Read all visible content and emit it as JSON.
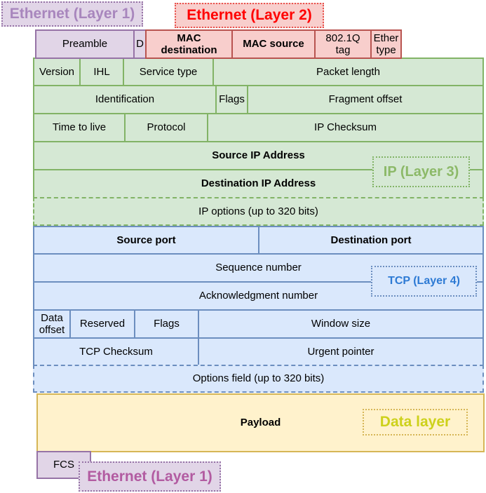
{
  "diagram_title": "Ethernet / IP / TCP packet encapsulation diagram",
  "overlays": {
    "ethernet_layer1_top": "Ethernet (Layer 1)",
    "ethernet_layer2": "Ethernet (Layer 2)",
    "ip_layer3": "IP (Layer 3)",
    "tcp_layer4": "TCP (Layer 4)",
    "data_layer": "Data layer",
    "ethernet_layer1_bottom": "Ethernet (Layer 1)"
  },
  "ethernet": {
    "preamble": "Preamble",
    "delimiter": "D",
    "mac_destination": "MAC destination",
    "mac_source": "MAC source",
    "dot1q_tag": "802.1Q tag",
    "ether_type": "Ether type",
    "fcs": "FCS"
  },
  "ip": {
    "version": "Version",
    "ihl": "IHL",
    "service_type": "Service type",
    "packet_length": "Packet length",
    "identification": "Identification",
    "flags": "Flags",
    "fragment_offset": "Fragment offset",
    "time_to_live": "Time to live",
    "protocol": "Protocol",
    "checksum": "IP Checksum",
    "source_ip": "Source IP Address",
    "destination_ip": "Destination IP Address",
    "options": "IP options (up to 320 bits)"
  },
  "tcp": {
    "source_port": "Source port",
    "destination_port": "Destination port",
    "sequence_number": "Sequence number",
    "ack_number": "Acknowledgment number",
    "data_offset": "Data offset",
    "reserved": "Reserved",
    "flags": "Flags",
    "window_size": "Window size",
    "checksum": "TCP Checksum",
    "urgent_pointer": "Urgent pointer",
    "options": "Options field (up to 320 bits)"
  },
  "data": {
    "payload": "Payload"
  },
  "colors": {
    "purple_fill": "#e1d5e7",
    "purple_stroke": "#9673a6",
    "red_fill": "#f8cecc",
    "red_stroke": "#b85450",
    "green_fill": "#d5e8d4",
    "green_stroke": "#82b366",
    "blue_fill": "#dae8fc",
    "blue_stroke": "#6c8ebf",
    "yellow_fill": "#fff2cc",
    "yellow_stroke": "#d6b656",
    "ethernet_l2_text": "#ff0000",
    "ethernet_l1_top_text": "#a886bd",
    "ethernet_l1_bottom_text": "#b25ba1",
    "ip_label_text": "#8cb968",
    "tcp_label_text": "#2d7ad4",
    "data_layer_text": "#cdd11b"
  }
}
